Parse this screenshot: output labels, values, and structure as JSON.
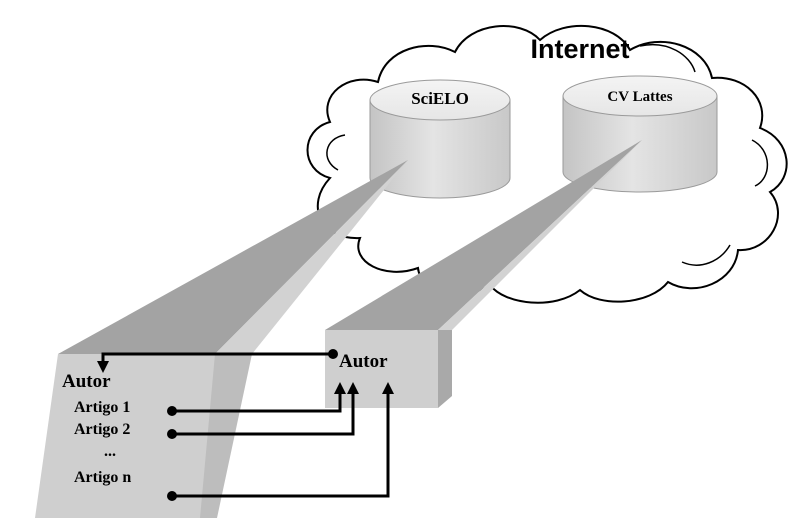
{
  "cloud": {
    "label": "Internet"
  },
  "databases": [
    {
      "label": "SciELO"
    },
    {
      "label": "CV Lattes"
    }
  ],
  "scielo_panel": {
    "title": "Autor",
    "items": [
      "Artigo 1",
      "Artigo 2",
      "...",
      "Artigo n"
    ]
  },
  "lattes_panel": {
    "title": "Autor"
  },
  "colors": {
    "slab_front": "#cfcfcf",
    "slab_side": "#a9a9a9",
    "beam_dark": "#a3a3a3",
    "beam_light": "#d2d2d2",
    "cylinder": "#d6d6d6",
    "arrow": "#000000"
  }
}
